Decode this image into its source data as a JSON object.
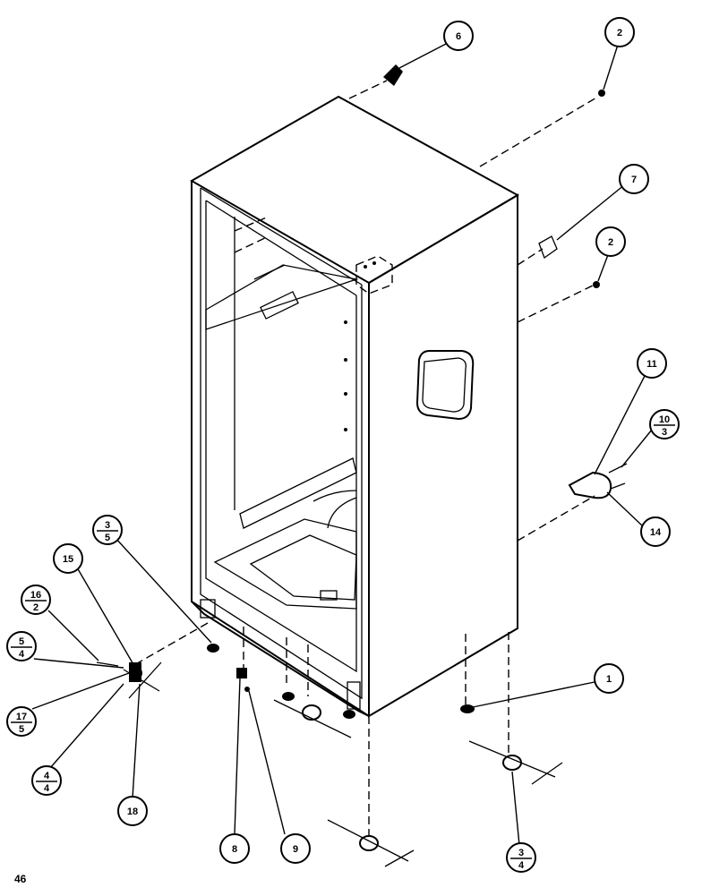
{
  "page_number": "46",
  "callouts": {
    "c6": "6",
    "c2a": "2",
    "c7": "7",
    "c2b": "2",
    "c11": "11",
    "c14": "14",
    "c1": "1",
    "c15": "15",
    "c18": "18",
    "c8": "8",
    "c9": "9"
  },
  "fraction_callouts": {
    "f10_3": {
      "top": "10",
      "bottom": "3"
    },
    "f3_5": {
      "top": "3",
      "bottom": "5"
    },
    "f16_2": {
      "top": "16",
      "bottom": "2"
    },
    "f5_4": {
      "top": "5",
      "bottom": "4"
    },
    "f17_5": {
      "top": "17",
      "bottom": "5"
    },
    "f4_4": {
      "top": "4",
      "bottom": "4"
    },
    "f3_4": {
      "top": "3",
      "bottom": "4"
    }
  }
}
